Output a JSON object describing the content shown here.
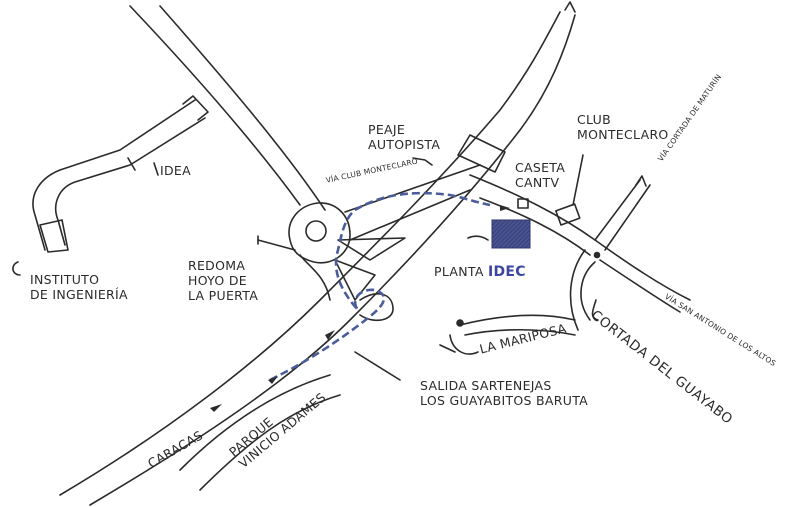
{
  "labels": {
    "instituto": "INSTITUTO\nDE INGENIERÍA",
    "idea": "IDEA",
    "redoma": "REDOMA\nHOYO DE\nLA PUERTA",
    "peaje": "PEAJE\nAUTOPISTA",
    "via_club": "VÍA CLUB MONTECLARO",
    "caseta": "CASETA\nCANTV",
    "club": "CLUB\nMONTECLARO",
    "via_maturin": "VÍA CORTADA DE MATURÍN",
    "planta": "PLANTA",
    "planta_name": "IDEC",
    "via_san_antonio": "VÍA SAN ANTONIO DE LOS ALTOS",
    "la_mariposa": "LA MARIPOSA",
    "cortada": "CORTADA DEL GUAYABO",
    "salida": "SALIDA SARTENEJAS\nLOS GUAYABITOS BARUTA",
    "parque": "PARQUE\nVINICIO ADAMES",
    "caracas": "CARACAS"
  },
  "colors": {
    "road": "#2b2b2b",
    "route": "#4a5d9a",
    "plant": "#3a4690",
    "idec_text": "#3a46a0"
  }
}
